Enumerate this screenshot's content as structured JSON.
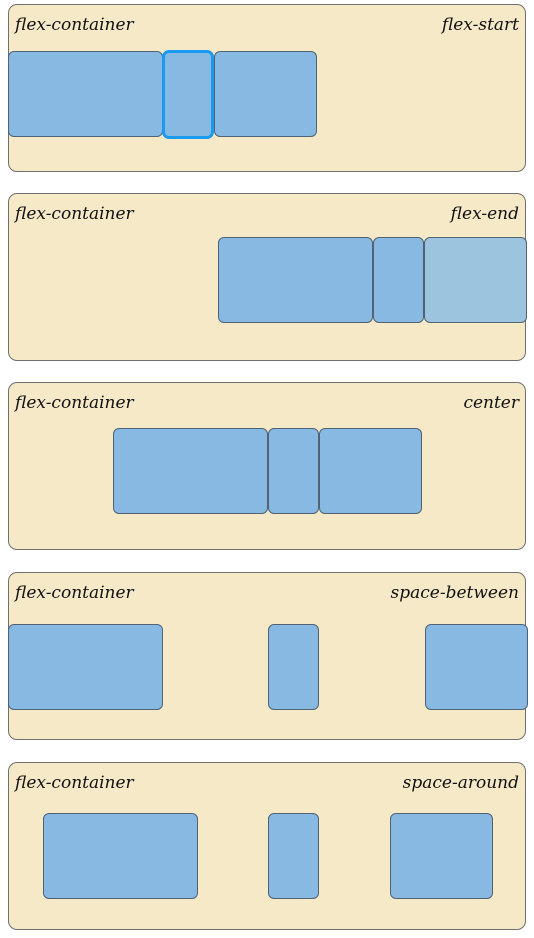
{
  "diagram": {
    "panels": [
      {
        "id": "flex-start",
        "container_label": "flex-container",
        "mode_label": "flex-start"
      },
      {
        "id": "flex-end",
        "container_label": "flex-container",
        "mode_label": "flex-end"
      },
      {
        "id": "center",
        "container_label": "flex-container",
        "mode_label": "center"
      },
      {
        "id": "space-between",
        "container_label": "flex-container",
        "mode_label": "space-between"
      },
      {
        "id": "space-around",
        "container_label": "flex-container",
        "mode_label": "space-around"
      }
    ],
    "colors": {
      "container_fill": "#f5e9c8",
      "container_border": "#6f6f6f",
      "item_fill": "#87b9e2",
      "item_border": "#4f6374",
      "highlight_border": "#1b9af2",
      "faded_item_fill": "#9dc4de"
    }
  }
}
